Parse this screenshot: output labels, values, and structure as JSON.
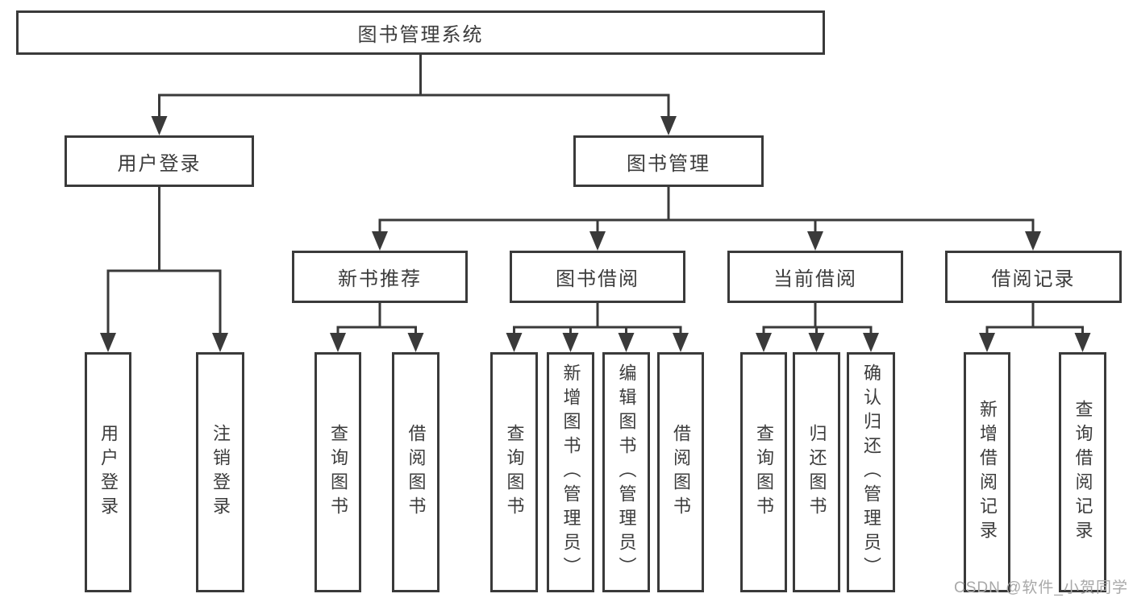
{
  "diagram": {
    "title": "图书管理系统",
    "root": {
      "label": "图书管理系统"
    },
    "level2": [
      {
        "label": "用户登录"
      },
      {
        "label": "图书管理"
      }
    ],
    "level3": [
      {
        "label": "新书推荐"
      },
      {
        "label": "图书借阅"
      },
      {
        "label": "当前借阅"
      },
      {
        "label": "借阅记录"
      }
    ],
    "leaves": [
      {
        "label": "用户登录",
        "parent": "用户登录"
      },
      {
        "label": "注销登录",
        "parent": "用户登录"
      },
      {
        "label": "查询图书",
        "parent": "新书推荐"
      },
      {
        "label": "借阅图书",
        "parent": "新书推荐"
      },
      {
        "label": "查询图书",
        "parent": "图书借阅"
      },
      {
        "label": "新增图书（管理员）",
        "parent": "图书借阅"
      },
      {
        "label": "编辑图书（管理员）",
        "parent": "图书借阅"
      },
      {
        "label": "借阅图书",
        "parent": "图书借阅"
      },
      {
        "label": "查询图书",
        "parent": "当前借阅"
      },
      {
        "label": "归还图书",
        "parent": "当前借阅"
      },
      {
        "label": "确认归还（管理员）",
        "parent": "当前借阅"
      },
      {
        "label": "新增借阅记录",
        "parent": "借阅记录"
      },
      {
        "label": "查询借阅记录",
        "parent": "借阅记录"
      }
    ],
    "colors": {
      "line": "#3a3a3a",
      "text": "#3c3c3c",
      "background": "#ffffff",
      "watermark": "#a8a8a8"
    }
  },
  "watermark": {
    "text": "CSDN @软件_小贺同学"
  }
}
